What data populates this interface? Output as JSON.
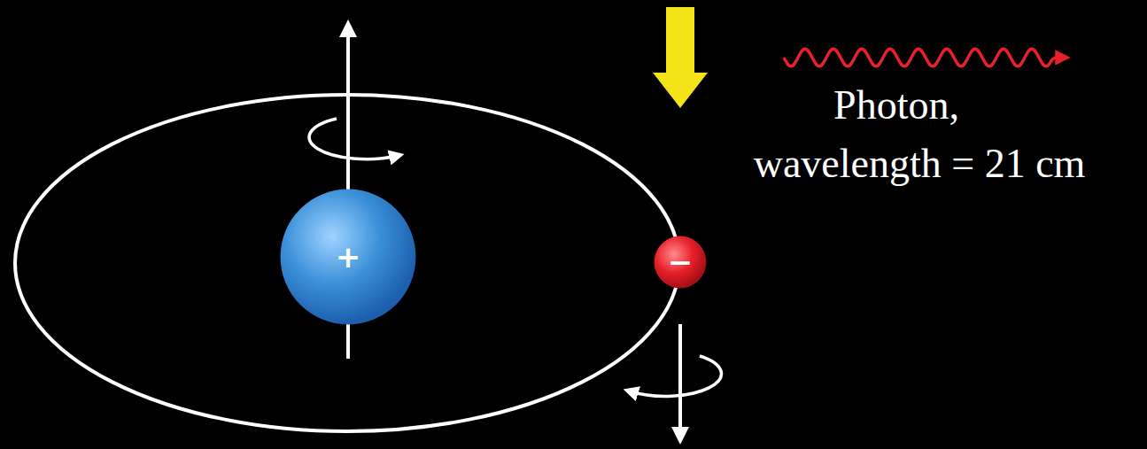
{
  "diagram": {
    "nodes": [
      {
        "text": [
          "+"
        ]
      },
      {
        "text": [
          "−"
        ]
      }
    ],
    "labels": [
      "Photon,",
      "wavelength = 21 cm"
    ]
  }
}
